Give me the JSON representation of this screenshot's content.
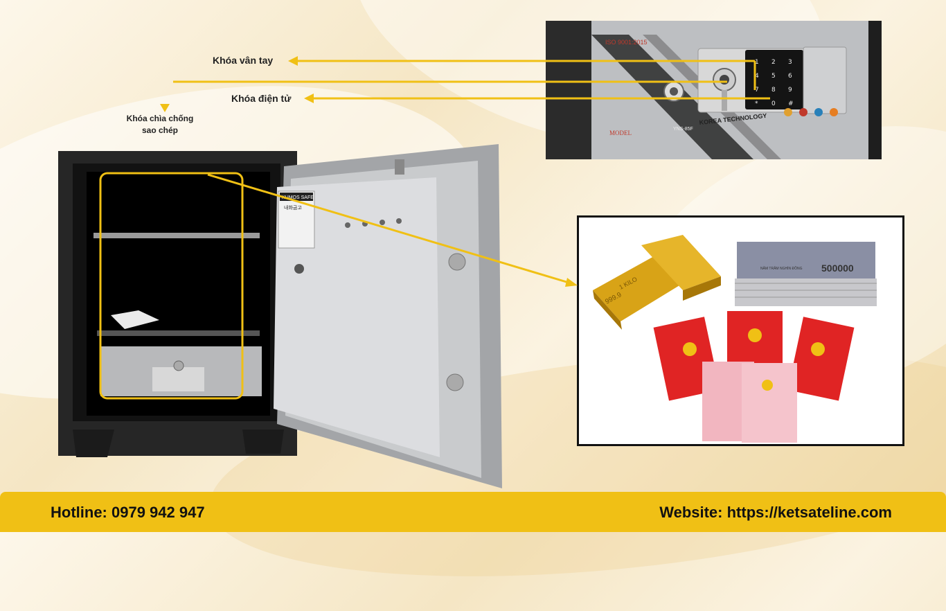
{
  "labels": {
    "fingerprint_lock": "Khóa  vân tay",
    "electronic_lock": "Khóa điện tử",
    "key_lock": "Khóa chìa chống sao chép"
  },
  "closeup": {
    "iso_text": "ISO 9001:2015",
    "model_text": "MODEL",
    "model_code": "YNS-85F",
    "brand_text": "KOREA TECHNOLOGY",
    "keypad_keys": [
      "1",
      "2",
      "3",
      "4",
      "5",
      "6",
      "7",
      "8",
      "9",
      "*",
      "0",
      "#"
    ]
  },
  "door": {
    "badge_title": "KUMOS SAFE",
    "badge_sub": "내화금고"
  },
  "valuables": {
    "gold_marks": [
      "1 KILO",
      "999.9"
    ],
    "banknote_value": "500000",
    "banknote_text": "NĂM TRĂM NGHÌN ĐỒNG"
  },
  "footer": {
    "hotline": "Hotline: 0979 942 947",
    "website": "Website: https://ketsateline.com"
  },
  "colors": {
    "accent": "#f0c015",
    "arrow": "#f0c015"
  }
}
